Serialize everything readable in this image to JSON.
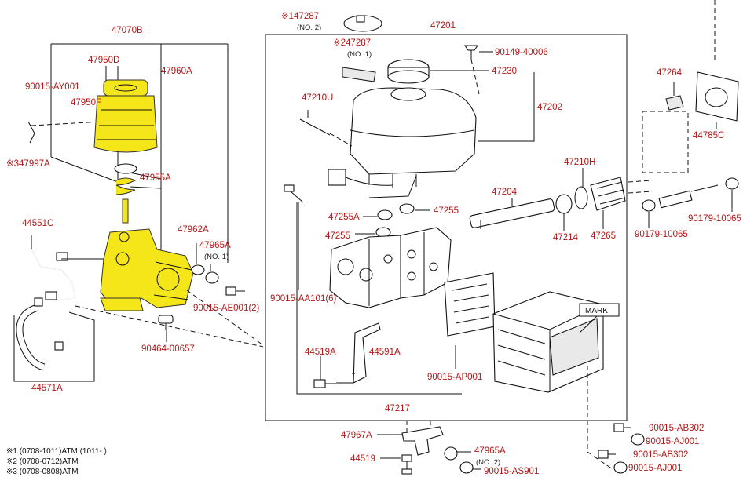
{
  "highlight_color": "#f5e61a",
  "label_color": "#b01818",
  "labels": {
    "p47070B": "47070B",
    "p47950D": "47950D",
    "p47950F": "47950F",
    "p47960A": "47960A",
    "p90015AY001": "90015-AY001",
    "p47997A": "※347997A",
    "p47955A": "47955A",
    "p44551C": "44551C",
    "p47962A": "47962A",
    "p47965A_top": "47965A",
    "p47965A_top_no": "(NO. 1)",
    "p90015AE001": "90015-AE001(2)",
    "p90464": "90464-00657",
    "p44571A": "44571A",
    "p47287_1": "※147287",
    "p47287_1_no": "(NO. 2)",
    "p47287_2": "※247287",
    "p47287_2_no": "(NO. 1)",
    "p47201": "47201",
    "p90149": "90149-40006",
    "p47230": "47230",
    "p47202": "47202",
    "p47210U": "47210U",
    "p47255A": "47255A",
    "p47255_r": "47255",
    "p47255_l": "47255",
    "p47210H": "47210H",
    "p47204": "47204",
    "p47214": "47214",
    "p47265": "47265",
    "p90015AA101": "90015-AA101(6)",
    "p44519A": "44519A",
    "p44591A": "44591A",
    "p90015AP001": "90015-AP001",
    "p47217": "47217",
    "mark": "MARK",
    "p47264": "47264",
    "p44785C": "44785C",
    "p90179_r": "90179-10065",
    "p90179_l": "90179-10065",
    "p47967A": "47967A",
    "p44519": "44519",
    "p47965A_bot": "47965A",
    "p47965A_bot_no": "(NO. 2)",
    "p90015AS901": "90015-AS901",
    "p90015AB302_a": "90015-AB302",
    "p90015AJ001_a": "90015-AJ001",
    "p90015AB302_b": "90015-AB302",
    "p90015AJ001_b": "90015-AJ001"
  },
  "notes": [
    "※1 (0708-1011)ATM,(1011-      )",
    "※2 (0708-0712)ATM",
    "※3 (0708-0808)ATM"
  ]
}
